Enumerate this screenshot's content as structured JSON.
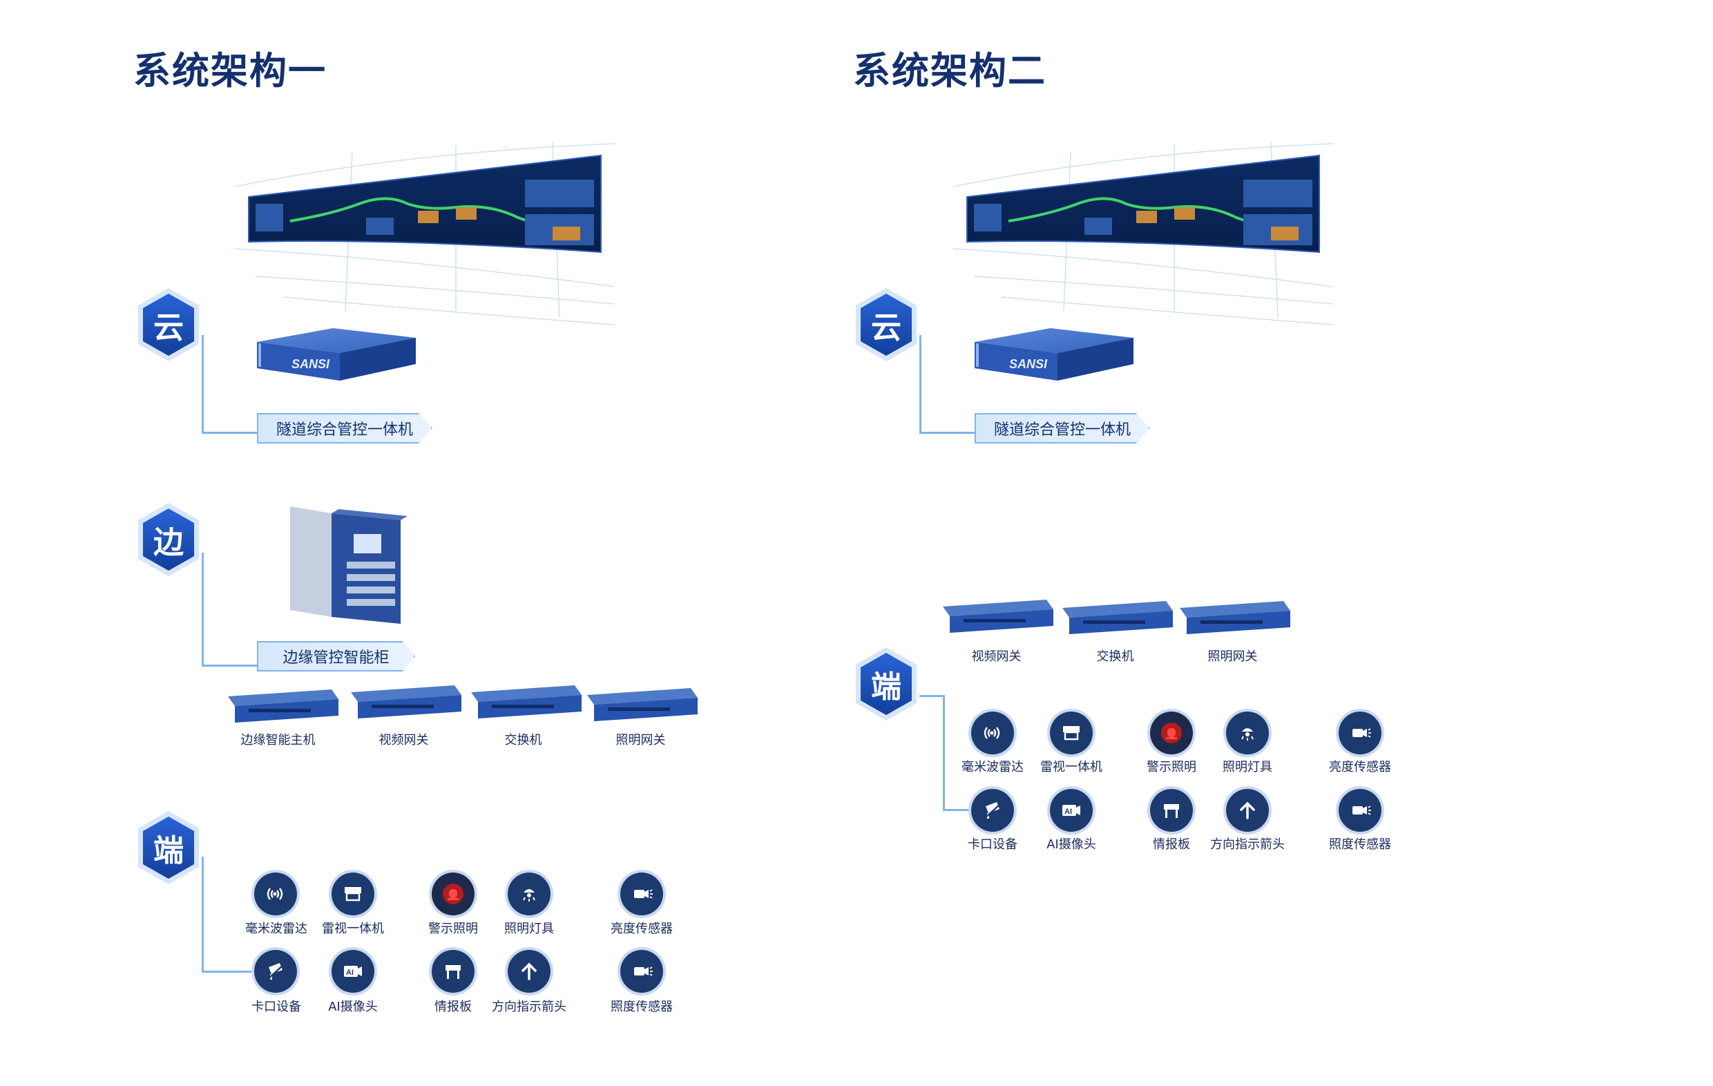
{
  "titles": {
    "left": "系统架构一",
    "right": "系统架构二"
  },
  "tiers": {
    "cloud": "云",
    "edge": "边",
    "end": "端"
  },
  "cloud_device": "隧道综合管控一体机",
  "edge_cabinet": "边缘管控智能柜",
  "left_edge_devices": [
    "边缘智能主机",
    "视频网关",
    "交换机",
    "照明网关"
  ],
  "right_devices": [
    "视频网关",
    "交换机",
    "照明网关"
  ],
  "terminals_row1": [
    "毫米波雷达",
    "雷视一体机",
    "警示照明",
    "照明灯具",
    "亮度传感器"
  ],
  "terminals_row2": [
    "卡口设备",
    "AI摄像头",
    "情报板",
    "方向指示箭头",
    "照度传感器"
  ],
  "icon_names": {
    "row1": [
      "radar-icon",
      "radar-camera-icon",
      "warning-light-icon",
      "light-fixture-icon",
      "brightness-sensor-icon"
    ],
    "row2": [
      "checkpoint-camera-icon",
      "ai-camera-icon",
      "info-board-icon",
      "arrow-up-icon",
      "illuminance-sensor-icon"
    ]
  },
  "screen_brand": "SANSI",
  "colors": {
    "accent": "#1f56c2",
    "dark": "#14306e",
    "line": "#7fb3ea",
    "warning": "#d22a2a"
  }
}
